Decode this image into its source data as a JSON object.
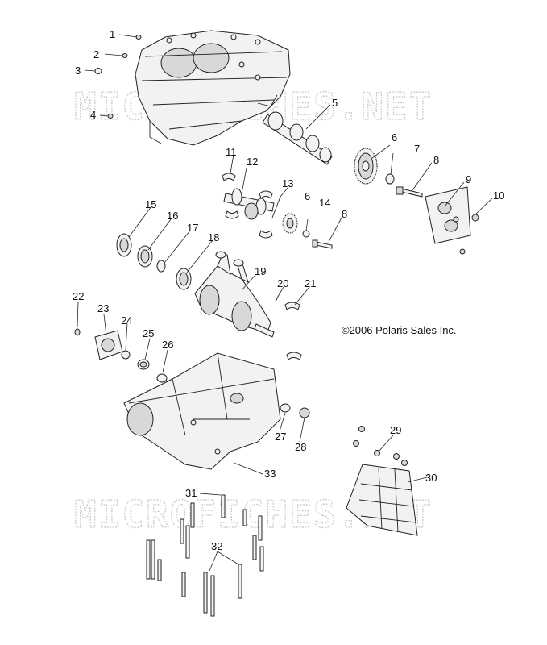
{
  "watermark": "MICROFICHES.NET",
  "copyright": "©2006 Polaris Sales Inc.",
  "callouts": [
    "1",
    "2",
    "3",
    "4",
    "5",
    "6",
    "7",
    "8",
    "9",
    "10",
    "11",
    "12",
    "13",
    "6",
    "14",
    "8",
    "15",
    "16",
    "17",
    "18",
    "19",
    "20",
    "21",
    "22",
    "23",
    "24",
    "25",
    "26",
    "27",
    "28",
    "29",
    "30",
    "31",
    "32",
    "33"
  ]
}
